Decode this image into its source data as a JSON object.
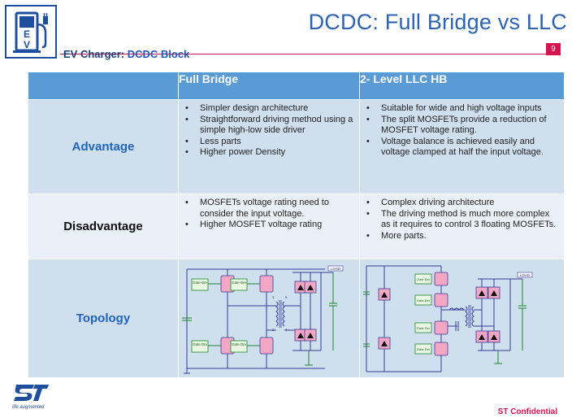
{
  "header": {
    "title": "DCDC: Full Bridge vs LLC",
    "page_number": "9",
    "subtitle_prefix": "EV Charger: ",
    "subtitle_highlight": "DCDC Block",
    "logo_letters": [
      "E",
      "V"
    ]
  },
  "table": {
    "columns": [
      "",
      "Full Bridge",
      "2- Level LLC HB"
    ],
    "rows": {
      "advantage": {
        "label": "Advantage",
        "full_bridge": [
          "Simpler design architecture",
          "Straightforward driving method using a simple high-low side driver",
          "Less parts",
          "Higher power Density"
        ],
        "llc": [
          "Suitable for wide and high voltage inputs",
          "The split MOSFETs provide a reduction of MOSFET voltage rating.",
          "Voltage balance is achieved easily and voltage clamped at half the input voltage."
        ]
      },
      "disadvantage": {
        "label": "Disadvantage",
        "full_bridge": [
          "MOSFETs voltage rating need to consider the input voltage.",
          "Higher MOSFET voltage rating"
        ],
        "llc": [
          "Complex driving architecture",
          "The driving method is much more complex as it requires to control 3 floating MOSFETs.",
          "More parts."
        ]
      },
      "topology": {
        "label": "Topology",
        "fb_gate_labels": [
          "Gate Drv",
          "Gate Drv",
          "Gate Drv",
          "Gate Drv"
        ],
        "fb_out_label": "LOAD",
        "fb_winding_labels": [
          "1",
          "5",
          "2",
          "4"
        ],
        "llc_gate_labels": [
          "Gate Drv",
          "Gate Drv",
          "Gate Drv",
          "Gate Drv"
        ],
        "llc_out_label": "LOAD"
      }
    }
  },
  "footer": {
    "logo_caption": "life.augmented",
    "confidential": "ST Confidential"
  },
  "colors": {
    "title": "#2d63b0",
    "accent": "#d6134f",
    "table_header": "#5b9bd5",
    "row_dark": "#cfdfee",
    "row_light": "#e9f0f8",
    "schematic_wire": "#3a3a9a",
    "schematic_green": "#1a8a2a",
    "mosfet_fill": "#f2a8c4"
  }
}
